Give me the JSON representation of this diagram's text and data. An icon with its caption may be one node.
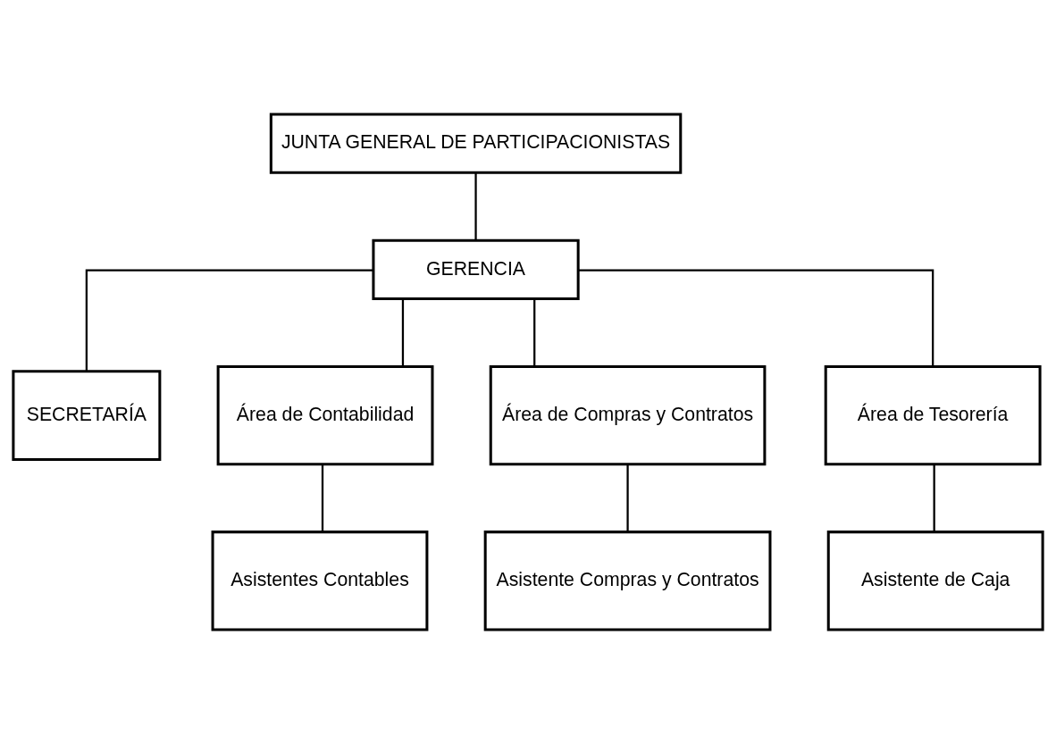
{
  "diagram": {
    "nodes": [
      {
        "text": [
          "JUNTA GENERAL DE PARTICIPACIONISTAS"
        ]
      },
      {
        "text": [
          "GERENCIA"
        ]
      },
      {
        "text": [
          "SECRETARÍA"
        ]
      },
      {
        "text": [
          "Área de Contabilidad"
        ]
      },
      {
        "text": [
          "Área de Compras y Contratos"
        ]
      },
      {
        "text": [
          "Área de Tesorería"
        ]
      },
      {
        "text": [
          "Asistentes Contables"
        ]
      },
      {
        "text": [
          "Asistente Compras y Contratos"
        ]
      },
      {
        "text": [
          "Asistente de Caja"
        ]
      }
    ],
    "edges": [
      {
        "from": 0,
        "to": 1,
        "arrow": "none"
      },
      {
        "from": 1,
        "to": 2,
        "arrow": "none"
      },
      {
        "from": 1,
        "to": 3,
        "arrow": "none"
      },
      {
        "from": 1,
        "to": 4,
        "arrow": "none"
      },
      {
        "from": 1,
        "to": 5,
        "arrow": "none"
      },
      {
        "from": 3,
        "to": 6,
        "arrow": "none"
      },
      {
        "from": 4,
        "to": 7,
        "arrow": "none"
      },
      {
        "from": 5,
        "to": 8,
        "arrow": "none"
      }
    ]
  }
}
